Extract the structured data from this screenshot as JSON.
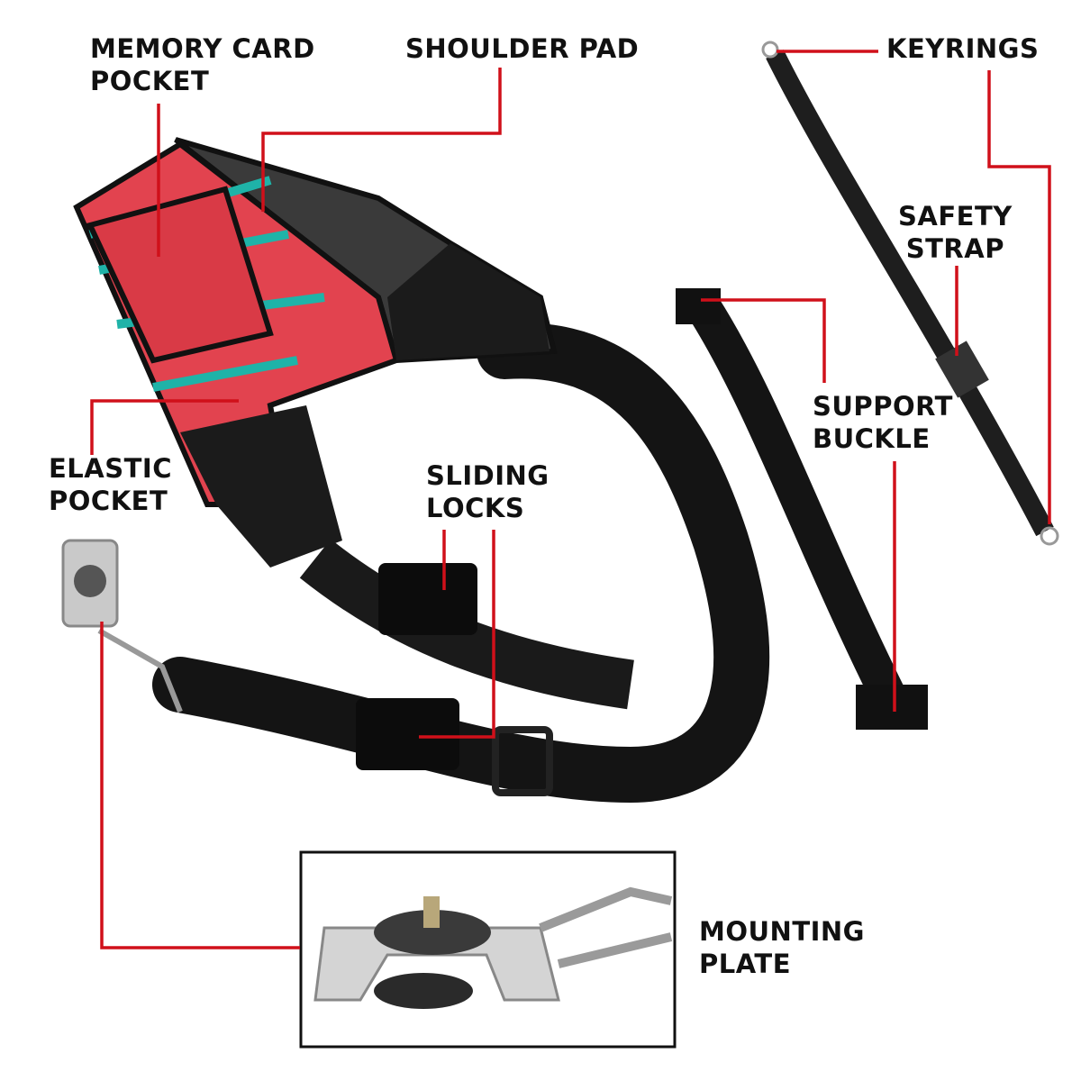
{
  "colors": {
    "leader_line": "#d0101a",
    "strap": "#141414",
    "pattern_red": "#e2434f",
    "pattern_teal": "#1fb3a8",
    "plate_metal": "#c9c9c9"
  },
  "labels": {
    "memory_card_pocket": [
      "MEMORY CARD",
      "POCKET"
    ],
    "shoulder_pad": [
      "SHOULDER PAD"
    ],
    "keyrings": [
      "KEYRINGS"
    ],
    "safety_strap": [
      "SAFETY",
      "STRAP"
    ],
    "support_buckle": [
      "SUPPORT",
      "BUCKLE"
    ],
    "elastic_pocket": [
      "ELASTIC",
      "POCKET"
    ],
    "sliding_locks": [
      "SLIDING",
      "LOCKS"
    ],
    "mounting_plate": [
      "MOUNTING",
      "PLATE"
    ]
  }
}
